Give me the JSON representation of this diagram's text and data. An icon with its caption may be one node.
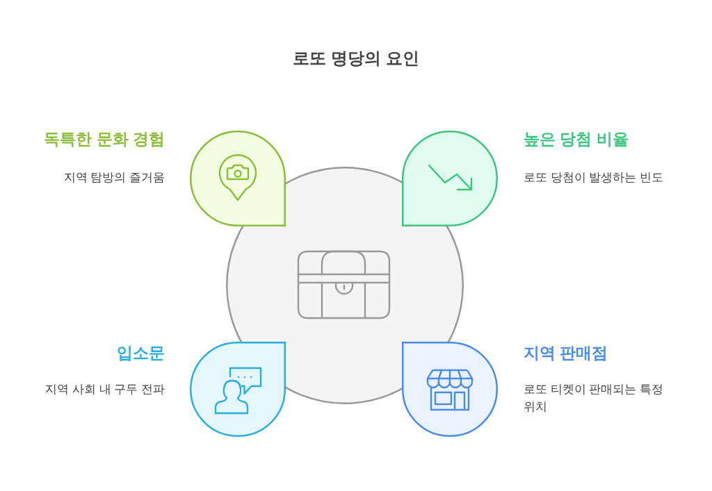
{
  "diagram": {
    "title": "로또 명당의 요인",
    "nodes": [
      {
        "text": [
          "독특한 문화 경험",
          "지역 탐방의 즐거움"
        ]
      },
      {
        "text": [
          "높은 당첨 비율",
          "로또 당첨이 발생하는 빈도"
        ]
      },
      {
        "text": [],
        "shape": "circle"
      },
      {
        "text": [
          "입소문",
          "지역 사회 내 구두 전파"
        ]
      },
      {
        "text": [
          "지역 판매점",
          "로또 티켓이 판매되는 특정 위치"
        ]
      }
    ]
  }
}
